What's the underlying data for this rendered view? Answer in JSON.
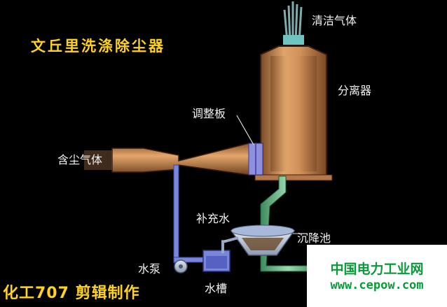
{
  "title": "文丘里洗涤除尘器",
  "labels": {
    "clean_gas": "清洁气体",
    "separator": "分离器",
    "baffle": "调整板",
    "dusty_gas": "含尘气体",
    "makeup_water": "补充水",
    "settling_tank": "沉降池",
    "pump": "水泵",
    "water_tank": "水槽"
  },
  "credit": "化工707 剪辑制作",
  "watermark": {
    "name": "中国电力工业网",
    "url": "www.cepow.com"
  },
  "colors": {
    "background": "#000000",
    "title": "#ffd21e",
    "vessel": "#c98a55",
    "pipe_green": "#5fae7e",
    "water_blue": "#7a86d8",
    "watermark_green": "#0a9a3a"
  }
}
